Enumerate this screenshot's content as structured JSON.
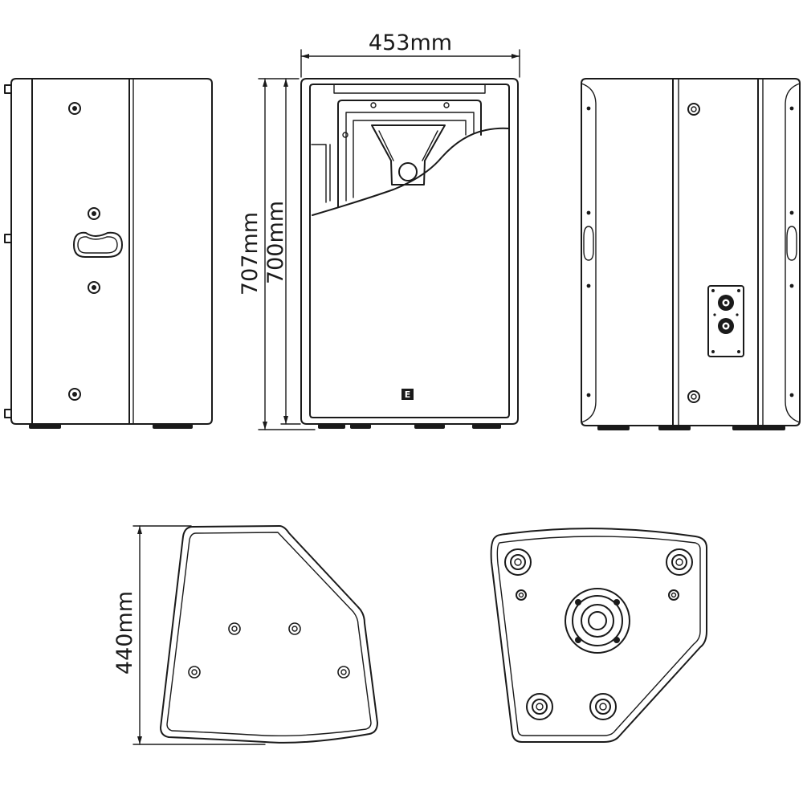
{
  "dimensions": {
    "width_label": "453mm",
    "height_outer_label": "707mm",
    "height_inner_label": "700mm",
    "depth_label": "440mm"
  },
  "logo": {
    "text": "E"
  },
  "colors": {
    "line": "#1a1a1a",
    "background": "#ffffff"
  }
}
